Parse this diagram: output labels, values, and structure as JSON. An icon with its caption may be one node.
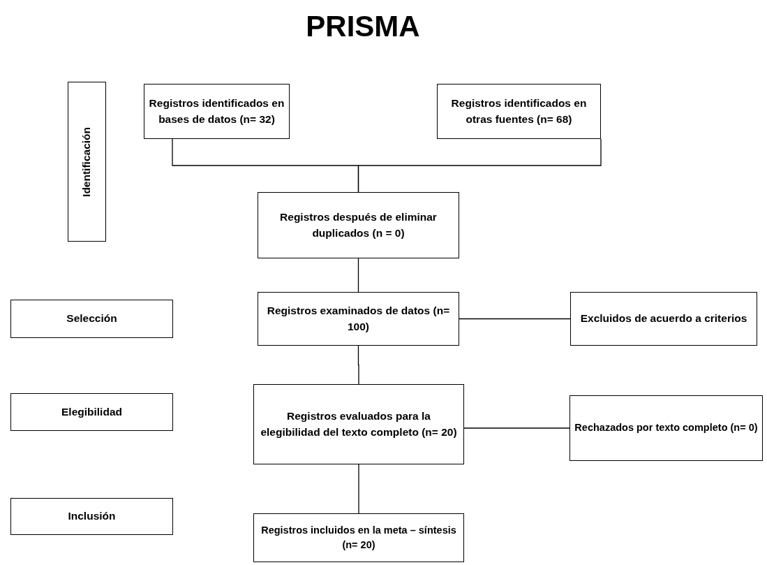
{
  "diagram": {
    "title": "PRISMA",
    "nodes": [
      {
        "text": [
          "Identificación"
        ]
      },
      {
        "text": [
          "Registros identificados en bases de datos (n= 32)"
        ]
      },
      {
        "text": [
          "Registros identificados en otras fuentes (n= 68)"
        ]
      },
      {
        "text": [
          "Registros después de eliminar duplicados (n = 0)"
        ]
      },
      {
        "text": [
          "Selección"
        ]
      },
      {
        "text": [
          "Registros examinados de datos (n= 100)"
        ]
      },
      {
        "text": [
          "Excluidos de acuerdo a criterios"
        ]
      },
      {
        "text": [
          "Elegibilidad"
        ]
      },
      {
        "text": [
          "Registros evaluados para la elegibilidad del texto completo (n= 20)"
        ]
      },
      {
        "text": [
          "Rechazados por texto completo (n= 0)"
        ]
      },
      {
        "text": [
          "Inclusión"
        ]
      },
      {
        "text": [
          "Registros incluidos en la meta – síntesis (n= 20)"
        ]
      }
    ],
    "edges": [
      {
        "from": 1,
        "to": 3,
        "arrow": "none"
      },
      {
        "from": 2,
        "to": 3,
        "arrow": "none"
      },
      {
        "from": 3,
        "to": 5,
        "arrow": "none"
      },
      {
        "from": 5,
        "to": 6,
        "arrow": "none"
      },
      {
        "from": 5,
        "to": 8,
        "arrow": "none"
      },
      {
        "from": 8,
        "to": 9,
        "arrow": "none"
      },
      {
        "from": 8,
        "to": 11,
        "arrow": "none"
      }
    ]
  }
}
